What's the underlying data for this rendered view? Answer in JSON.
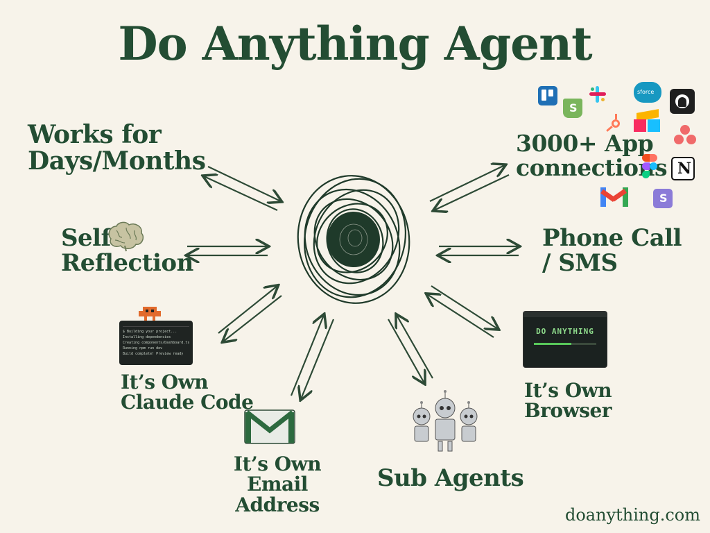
{
  "title": "Do Anything Agent",
  "labels": {
    "works": [
      "Works for",
      "Days/Months"
    ],
    "apps": [
      "3000+ App",
      "connections"
    ],
    "self": [
      "Self",
      "Reflection"
    ],
    "phone": [
      "Phone Call",
      "/ SMS"
    ],
    "claude": [
      "It’s Own",
      "Claude Code"
    ],
    "browser": [
      "It’s Own",
      "Browser"
    ],
    "email": [
      "It’s Own",
      "Email Address"
    ],
    "subagents": "Sub Agents"
  },
  "terminal_lines": [
    "$ Building your project...",
    "Installing dependencies",
    "Creating components/Dashboard.tsx",
    "Running npm run dev",
    "Build complete! Preview ready"
  ],
  "browser_brand": "DO ANYTHING",
  "browser_progress": 0.6,
  "footer": "doanything.com",
  "app_icons": [
    "trello-icon",
    "slack-icon",
    "salesforce-icon",
    "github-icon",
    "shopify-icon",
    "hubspot-icon",
    "airtable-icon",
    "asana-icon",
    "figma-icon",
    "notion-icon",
    "gmail-icon",
    "stripe-icon"
  ],
  "colors": {
    "ink": "#234d33",
    "paper": "#f7f3ea"
  }
}
